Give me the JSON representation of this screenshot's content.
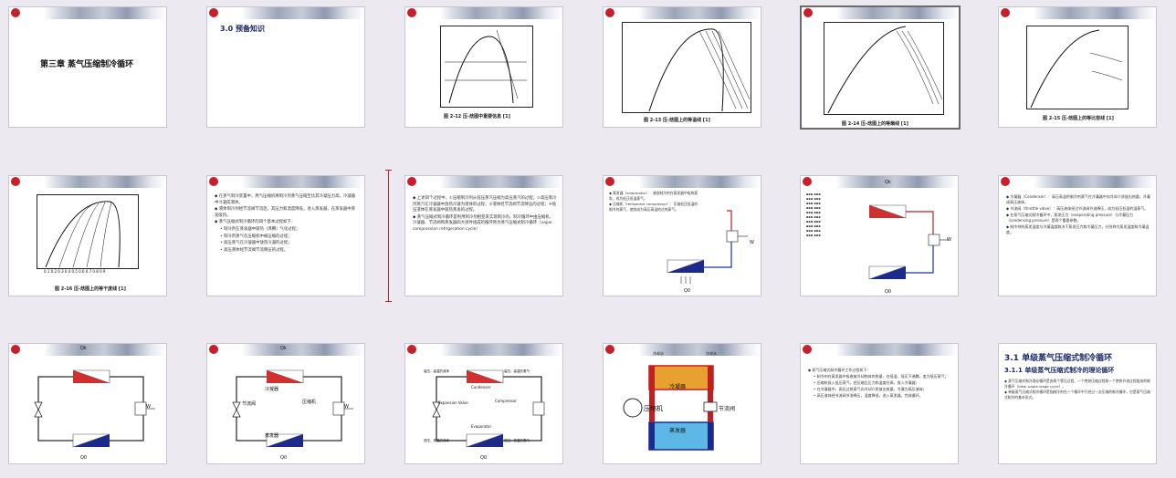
{
  "slides": {
    "s1": {
      "title": "第三章  蒸气压缩制冷循环"
    },
    "s2": {
      "title": "3.0 预备知识"
    },
    "s3": {
      "caption": "图 2-12  压-焓图中重要信息 [1]"
    },
    "s4": {
      "caption": "图 2-13  压-焓图上的等温线 [1]"
    },
    "s5": {
      "caption": "图 2-14  压-焓图上的等熵线 [1]"
    },
    "s6": {
      "caption": "图 2-15  压-焓图上的等比容线 [1]"
    },
    "s7": {
      "caption": "图 2-16  压-焓图上的等干度线 [1]",
      "bottom_label": "0.1 0.2 0.3 0.4 0.5 0.6 0.7 0.8 0.9"
    },
    "s8": {
      "bullets": [
        "在蒸气制冷装置中，用气压缩机将制冷剂蒸气压缩至比其冷凝压力高，冷凝器中冷凝成液体。",
        "液体制冷剂经节流阀节流后，其压力和温度降低，进入蒸发器，在蒸发器中蒸发吸热。",
        "蒸气压缩式制冷循环的四个基本过程如下：",
        "制冷剂在蒸发器中吸热（沸腾）气化过程；",
        "制冷剂蒸气在压缩机中被压缩的过程；",
        "高压蒸气在冷凝器中放热冷凝的过程；",
        "高压液体经节流阀节流降压的过程。"
      ]
    },
    "s9": {
      "bullets": [
        "上述四个过程中，①压缩制冷剂从低压蒸汽压缩为高压蒸汽的过程；②高压制冷剂蒸汽在冷凝器中放热冷凝为液体的过程；③液体经节流阀节流降压的过程；④低压液体在蒸发器中吸热蒸发的过程。",
        "蒸气压缩式制冷循环是利用制冷剂相变来实现制冷的，制冷循环中由压缩机、冷凝器、节流阀和蒸发器四大部件组成的循环称为蒸气压缩式制冷循环（vapor compression refrigeration cycle）"
      ]
    },
    "s10": {
      "bullets": [
        "蒸发器（evaporator）：液态制冷剂在蒸发器中吸热蒸发，成为低压低温蒸气。",
        "压缩机（refrigerant compressor）：压缩低压低温的制冷剂蒸气，使其成为高压高温的过热蒸气。"
      ],
      "w": "W",
      "q": "Q0"
    },
    "s11": {
      "w": "W",
      "qk": "Qk",
      "q0": "Q0"
    },
    "s12": {
      "bullets": [
        "冷凝器（Condenser）：高压高温的制冷剂蒸气在冷凝器中向冷却介质放出热量，冷凝成高压液体。",
        "节流阀（throttle valve）：高压液体经过节流阀节流降压，成为低压低温的湿蒸气。",
        "在蒸气压缩式制冷循环中，蒸发压力（evaporating pressure）与冷凝压力（condensing pressure）是两个重要参数。",
        "制冷剂的蒸发温度与冷凝温度取决于蒸发压力和冷凝压力，分别称为蒸发温度和冷凝温度。"
      ]
    },
    "s13": {
      "w": "W",
      "qk": "Qk",
      "q0": "Q0"
    },
    "s14": {
      "condenser": "冷凝器",
      "evaporator": "蒸发器",
      "compressor": "压缩机",
      "w": "W",
      "qk": "Qk",
      "q0": "Q0",
      "throttle": "节流阀"
    },
    "s15": {
      "condenser": "Condenser",
      "evaporator": "Evaporator",
      "compressor": "Compressor",
      "valve": "Expansion Valve",
      "tl1": "高压、高温的液体",
      "tr1": "高压、高温的蒸气",
      "bl1": "低压、低温的液体",
      "br1": "低压、低温的蒸气",
      "q0": "Q0"
    },
    "s16": {
      "compressor": "压缩机",
      "throttle": "节流阀",
      "condenser": "冷凝器",
      "evaporator": "蒸发器",
      "water_in": "冷却水",
      "water_out": "冷却水"
    },
    "s17": {
      "bullets": [
        "蒸气压缩式制冷循环工作过程如下：",
        "制冷剂在蒸发器中吸收被冷却物体的热量，在低温、低压下沸腾，变为低压蒸气；",
        "压缩机吸入低压蒸气，经压缩后压力和温度升高，排入冷凝器；",
        "在冷凝器中，高压过热蒸气向冷却介质放出热量，冷凝为高压液体；",
        "高压液体经节流阀节流降压，温度降低，进入蒸发器，完成循环。"
      ]
    },
    "s18": {
      "h1": "3.1 单级蒸气压缩式制冷循环",
      "h2": "3.1.1 单级蒸气压缩式制冷的理论循环",
      "bullets": [
        "蒸气压缩式制冷理论循环是由两个等压过程、一个绝热压缩过程和一个绝热节流过程组成的制冷循环（ideal single-stage cycle）。",
        "单级蒸气压缩式制冷循环是指制冷剂在一个循环中只经过一次压缩的制冷循环，它是蒸气压缩式制冷的基本形式。"
      ]
    }
  },
  "colors": {
    "red": "#c8202a",
    "blue": "#1b2a8b",
    "hot": "#d03030",
    "cold": "#202a7a"
  }
}
